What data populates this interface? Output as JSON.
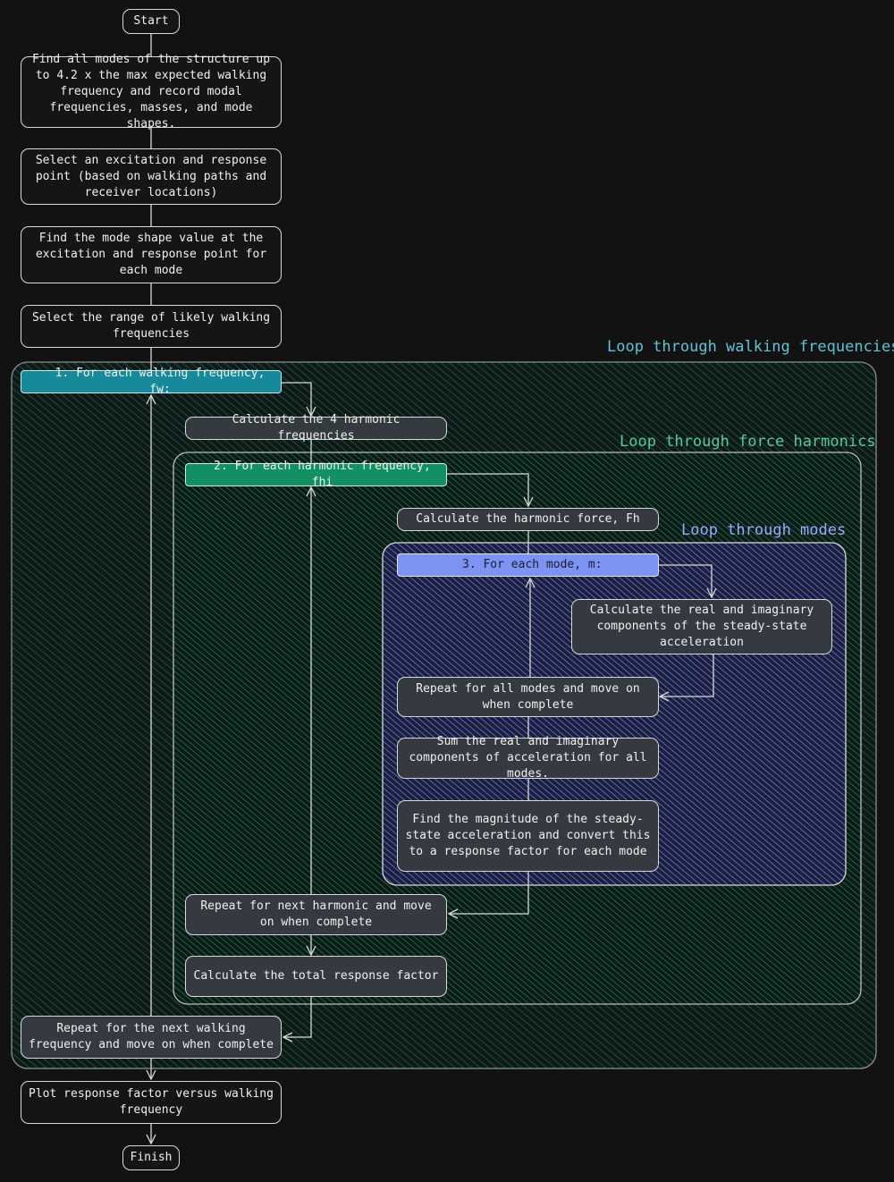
{
  "colors": {
    "background": "#121212",
    "node_fill": "#343a40",
    "node_border": "#d9d9d9",
    "loop1_accent": "#168a9a",
    "loop1_label": "#5fc3d6",
    "loop2_accent": "#129064",
    "loop2_label": "#55c99a",
    "loop3_accent": "#7c93f2",
    "loop3_label": "#9aa8ff"
  },
  "nodes": {
    "start": "Start",
    "find_modes": "Find all modes of the structure up to 4.2 x the max expected walking frequency and record modal frequencies, masses, and mode shapes.",
    "select_points": "Select an excitation and response point (based on walking paths and receiver locations)",
    "find_shape_value": "Find the mode shape value at the excitation and response point for each mode",
    "select_range": "Select the range of likely walking frequencies",
    "for_each_walking": "1. For each walking frequency, fw:",
    "calc_harmonic_freqs": "Calculate the 4 harmonic frequencies",
    "for_each_harmonic": "2. For each harmonic frequency, fhi",
    "calc_harmonic_force": "Calculate the harmonic force, Fh",
    "for_each_mode": "3. For each mode, m:",
    "calc_components": "Calculate the real and imaginary components of the steady-state acceleration",
    "repeat_modes": "Repeat for all modes and move on when complete",
    "sum_components": "Sum the real and imaginary components of acceleration for all modes.",
    "find_magnitude": "Find the magnitude of the steady-state acceleration and convert this to a response factor for each mode",
    "repeat_harmonic": "Repeat for next harmonic and move on when complete",
    "calc_total": "Calculate the total response factor",
    "repeat_walking": "Repeat for the next walking frequency and move on when complete",
    "plot": "Plot response factor versus walking frequency",
    "finish": "Finish"
  },
  "groups": {
    "loop_walking": "Loop through walking frequencies",
    "loop_harmonics": "Loop through force harmonics",
    "loop_modes": "Loop through modes"
  }
}
